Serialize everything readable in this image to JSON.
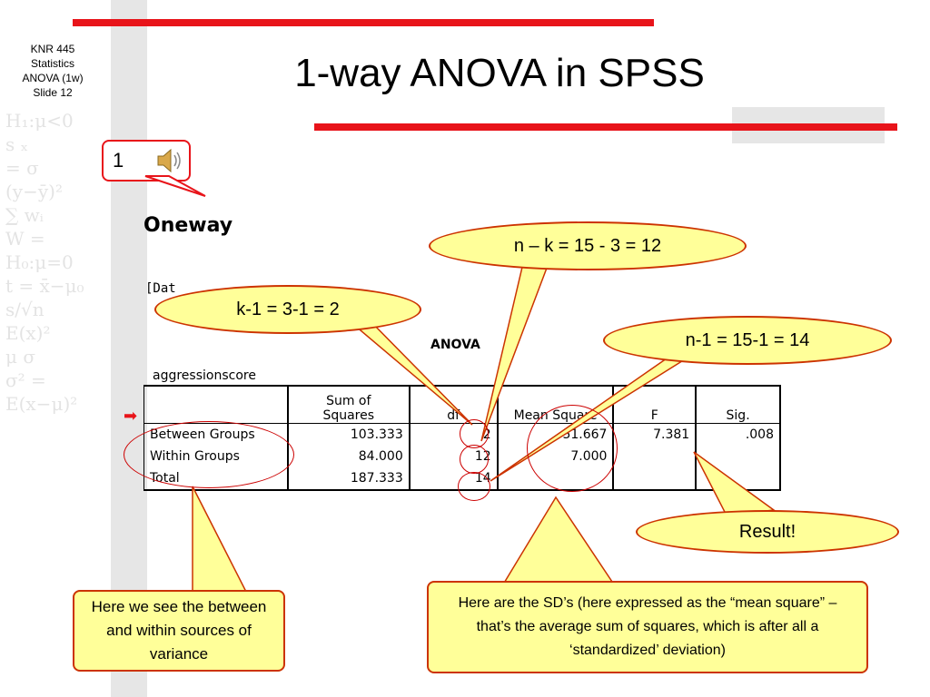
{
  "sidebar": {
    "course": "KNR 445",
    "subject": "Statistics",
    "topic": "ANOVA (1w)",
    "slide": "Slide 12"
  },
  "title": "1-way ANOVA in SPSS",
  "audio_badge": {
    "number": "1",
    "icon": "speaker-icon"
  },
  "spss": {
    "heading": "Oneway",
    "dataset": "[Dat",
    "table_title": "ANOVA",
    "variable": "aggressionscore",
    "columns": {
      "c0": "",
      "ss_line1": "Sum of",
      "ss_line2": "Squares",
      "df": "df",
      "ms": "Mean Square",
      "f": "F",
      "sig": "Sig."
    },
    "rows": [
      {
        "label": "Between Groups",
        "ss": "103.333",
        "df": "2",
        "ms": "51.667",
        "f": "7.381",
        "sig": ".008"
      },
      {
        "label": "Within Groups",
        "ss": "84.000",
        "df": "12",
        "ms": "7.000",
        "f": "",
        "sig": ""
      },
      {
        "label": "Total",
        "ss": "187.333",
        "df": "14",
        "ms": "",
        "f": "",
        "sig": ""
      }
    ]
  },
  "callouts": {
    "nk": "n – k = 15 - 3 = 12",
    "k1": "k-1 = 3-1 = 2",
    "n1": "n-1 = 15-1 = 14",
    "result": "Result!",
    "sources": "Here we see the between and within sources of variance",
    "sd": "Here are the SD’s (here expressed as the “mean square” – that’s the average sum of squares, which is after all a ‘standardized’ deviation)"
  },
  "colors": {
    "accent_red": "#e8141a",
    "callout_fill": "#ffff99",
    "callout_border": "#cc3300"
  }
}
